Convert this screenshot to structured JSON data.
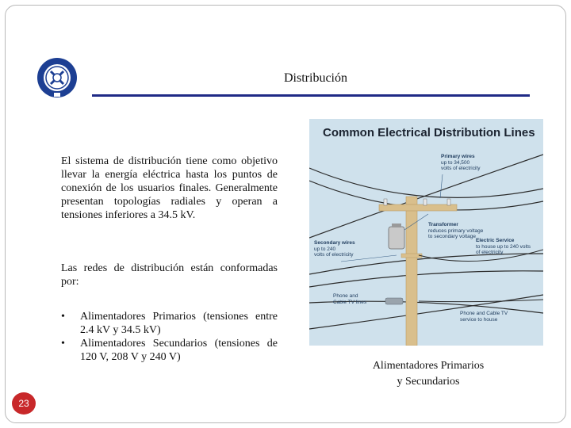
{
  "slide": {
    "title": "Distribución",
    "paragraph_1": "El sistema de distribución tiene como objetivo llevar la energía eléctrica hasta los puntos de conexión de los usuarios finales. Generalmente presentan topologías radiales y operan a tensiones inferiores a 34.5 kV.",
    "paragraph_2": "Las redes de distribución están conformadas por:",
    "bullets": [
      "Alimentadores Primarios (tensiones entre 2.4 kV y 34.5 kV)",
      "Alimentadores Secundarios (tensiones de 120 V, 208 V y 240 V)"
    ],
    "caption_line_1": "Alimentadores Primarios",
    "caption_line_2": "y Secundarios",
    "page_number": "23"
  },
  "figure": {
    "title": "Common Electrical Distribution Lines",
    "labels": {
      "primary_title": "Primary wires",
      "primary_line_1": "up to 34,500",
      "primary_line_2": "volts of electricity",
      "transformer_title": "Transformer",
      "transformer_line_1": "reduces primary voltage",
      "transformer_line_2": "to secondary voltage",
      "electric_title": "Electric Service",
      "electric_line_1": "to house up to 240 volts",
      "electric_line_2": "of electricity",
      "secondary_title": "Secondary wires",
      "secondary_line_1": "up to 240",
      "secondary_line_2": "volts of electricity",
      "phone_cable_line_1": "Phone and",
      "phone_cable_line_2": "Cable TV lines",
      "phone_service_line_1": "Phone and Cable TV",
      "phone_service_line_2": "service to house"
    }
  },
  "colors": {
    "title_rule": "#1f2a86",
    "page_badge": "#c8282a",
    "figure_bg": "#cfe1ec",
    "pole": "#d9bf8c"
  }
}
